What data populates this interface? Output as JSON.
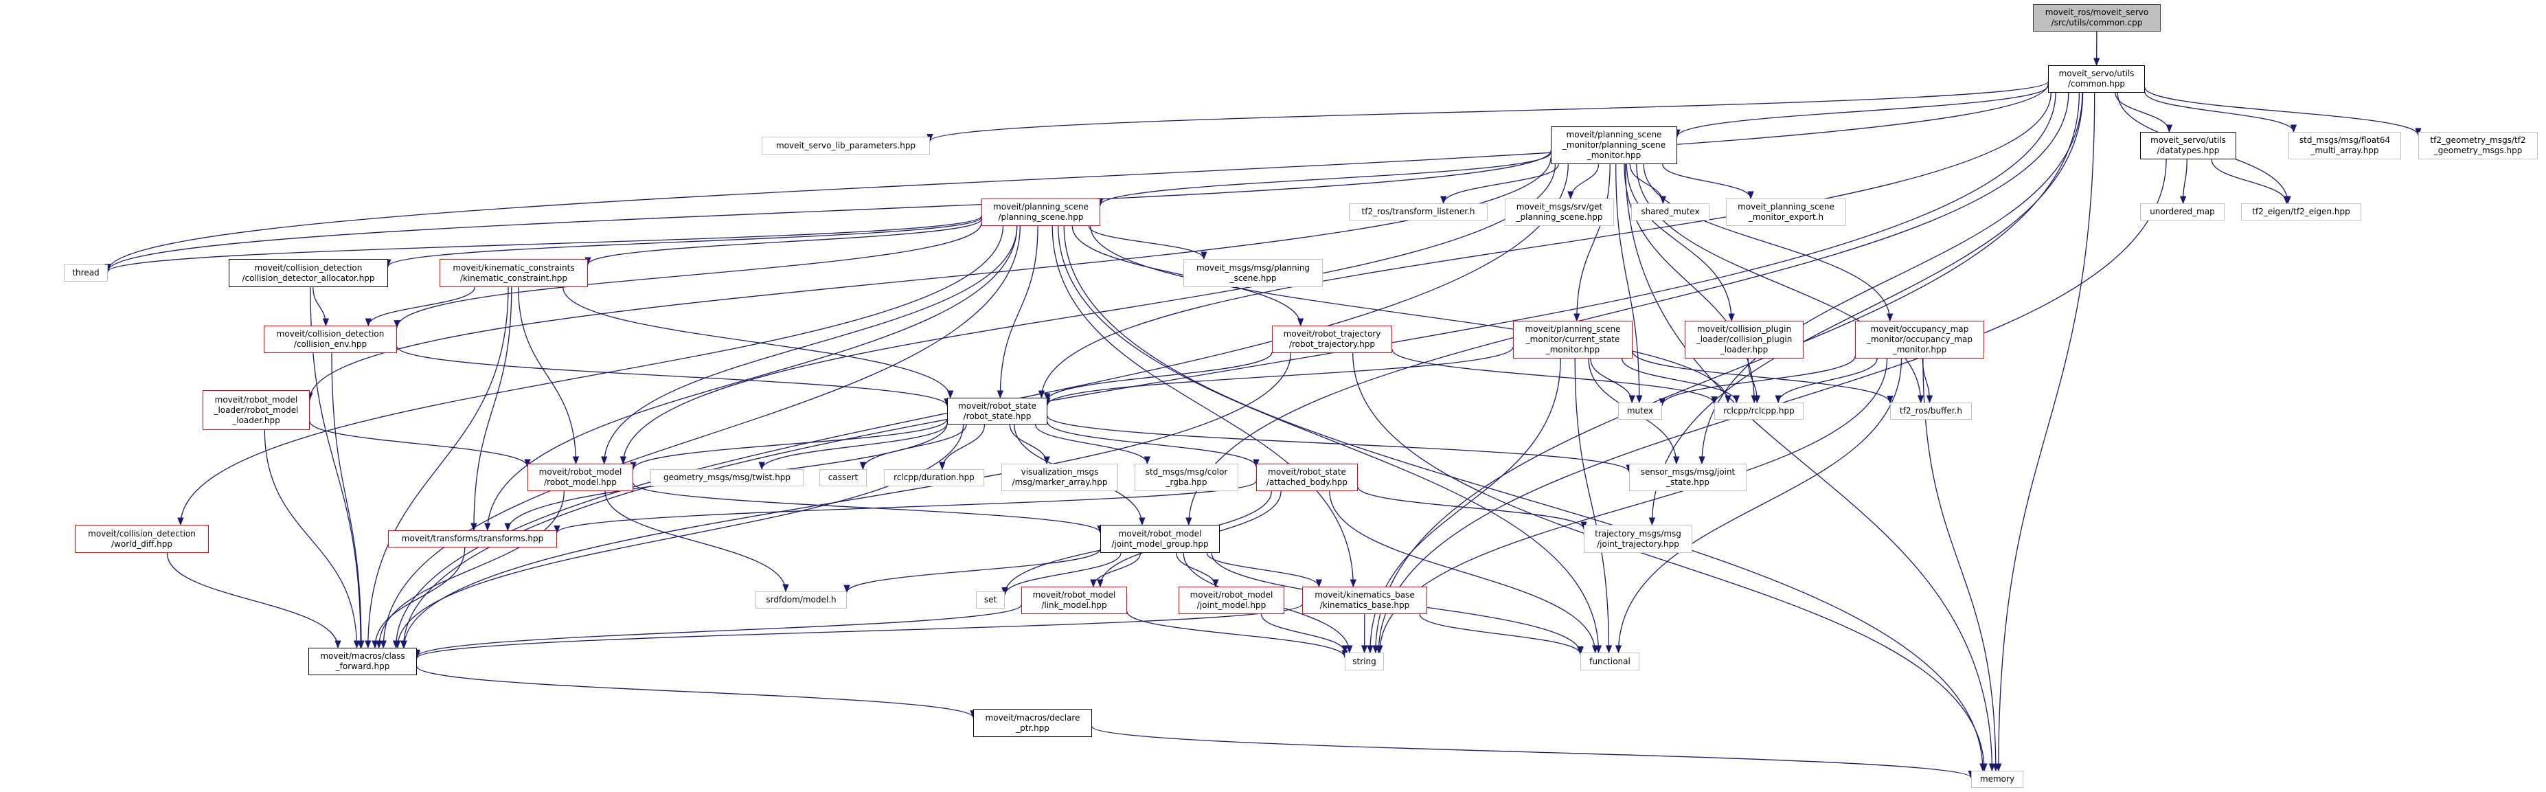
{
  "colors": {
    "edge": "#191970",
    "truncated_border": "#ff0000",
    "documented_border": "#000000",
    "external_border": "#bfbfbf",
    "root_fill": "#bfbfbf"
  },
  "nodes": [
    {
      "id": "root",
      "kind": "root",
      "lines": [
        "moveit_ros/moveit_servo",
        "/src/utils/common.cpp"
      ]
    },
    {
      "id": "common_hpp",
      "kind": "documented",
      "lines": [
        "moveit_servo/utils",
        "/common.hpp"
      ]
    },
    {
      "id": "lib_params",
      "kind": "external",
      "lines": [
        "moveit_servo_lib_parameters.hpp"
      ]
    },
    {
      "id": "psm",
      "kind": "documented",
      "lines": [
        "moveit/planning_scene",
        "_monitor/planning_scene",
        "_monitor.hpp"
      ]
    },
    {
      "id": "datatypes",
      "kind": "documented",
      "lines": [
        "moveit_servo/utils",
        "/datatypes.hpp"
      ]
    },
    {
      "id": "float64",
      "kind": "external",
      "lines": [
        "std_msgs/msg/float64",
        "_multi_array.hpp"
      ]
    },
    {
      "id": "tf2_geom",
      "kind": "external",
      "lines": [
        "tf2_geometry_msgs/tf2",
        "_geometry_msgs.hpp"
      ]
    },
    {
      "id": "planning_scene",
      "kind": "truncated",
      "lines": [
        "moveit/planning_scene",
        "/planning_scene.hpp"
      ]
    },
    {
      "id": "transform_listener",
      "kind": "external",
      "lines": [
        "tf2_ros/transform_listener.h"
      ]
    },
    {
      "id": "get_ps",
      "kind": "external",
      "lines": [
        "moveit_msgs/srv/get",
        "_planning_scene.hpp"
      ]
    },
    {
      "id": "shared_mutex",
      "kind": "external",
      "lines": [
        "shared_mutex"
      ]
    },
    {
      "id": "export",
      "kind": "external",
      "lines": [
        "moveit_planning_scene",
        "_monitor_export.h"
      ]
    },
    {
      "id": "unordered_map",
      "kind": "external",
      "lines": [
        "unordered_map"
      ]
    },
    {
      "id": "tf2_eigen",
      "kind": "external",
      "lines": [
        "tf2_eigen/tf2_eigen.hpp"
      ]
    },
    {
      "id": "thread",
      "kind": "external",
      "lines": [
        "thread"
      ]
    },
    {
      "id": "cda",
      "kind": "documented",
      "lines": [
        "moveit/collision_detection",
        "/collision_detector_allocator.hpp"
      ]
    },
    {
      "id": "kin_constraint",
      "kind": "truncated",
      "lines": [
        "moveit/kinematic_constraints",
        "/kinematic_constraint.hpp"
      ]
    },
    {
      "id": "msg_ps",
      "kind": "external",
      "lines": [
        "moveit_msgs/msg/planning",
        "_scene.hpp"
      ]
    },
    {
      "id": "collision_env",
      "kind": "truncated",
      "lines": [
        "moveit/collision_detection",
        "/collision_env.hpp"
      ]
    },
    {
      "id": "robot_traj",
      "kind": "truncated",
      "lines": [
        "moveit/robot_trajectory",
        "/robot_trajectory.hpp"
      ]
    },
    {
      "id": "csm",
      "kind": "truncated",
      "lines": [
        "moveit/planning_scene",
        "_monitor/current_state",
        "_monitor.hpp"
      ]
    },
    {
      "id": "cpl",
      "kind": "truncated",
      "lines": [
        "moveit/collision_plugin",
        "_loader/collision_plugin",
        "_loader.hpp"
      ]
    },
    {
      "id": "occupancy",
      "kind": "truncated",
      "lines": [
        "moveit/occupancy_map",
        "_monitor/occupancy_map",
        "_monitor.hpp"
      ]
    },
    {
      "id": "rml",
      "kind": "truncated",
      "lines": [
        "moveit/robot_model",
        "_loader/robot_model",
        "_loader.hpp"
      ]
    },
    {
      "id": "robot_state",
      "kind": "documented",
      "lines": [
        "moveit/robot_state",
        "/robot_state.hpp"
      ]
    },
    {
      "id": "mutex",
      "kind": "external",
      "lines": [
        "mutex"
      ]
    },
    {
      "id": "rclcpp",
      "kind": "external",
      "lines": [
        "rclcpp/rclcpp.hpp"
      ]
    },
    {
      "id": "tf2_buffer",
      "kind": "external",
      "lines": [
        "tf2_ros/buffer.h"
      ]
    },
    {
      "id": "robot_model",
      "kind": "truncated",
      "lines": [
        "moveit/robot_model",
        "/robot_model.hpp"
      ]
    },
    {
      "id": "twist",
      "kind": "external",
      "lines": [
        "geometry_msgs/msg/twist.hpp"
      ]
    },
    {
      "id": "cassert",
      "kind": "external",
      "lines": [
        "cassert"
      ]
    },
    {
      "id": "duration",
      "kind": "external",
      "lines": [
        "rclcpp/duration.hpp"
      ]
    },
    {
      "id": "visualization",
      "kind": "external",
      "lines": [
        "visualization_msgs",
        "/msg/marker_array.hpp"
      ]
    },
    {
      "id": "color",
      "kind": "external",
      "lines": [
        "std_msgs/msg/color",
        "_rgba.hpp"
      ]
    },
    {
      "id": "attached",
      "kind": "truncated",
      "lines": [
        "moveit/robot_state",
        "/attached_body.hpp"
      ]
    },
    {
      "id": "sensor",
      "kind": "external",
      "lines": [
        "sensor_msgs/msg/joint",
        "_state.hpp"
      ]
    },
    {
      "id": "world_diff",
      "kind": "truncated",
      "lines": [
        "moveit/collision_detection",
        "/world_diff.hpp"
      ]
    },
    {
      "id": "transforms",
      "kind": "truncated",
      "lines": [
        "moveit/transforms/transforms.hpp"
      ]
    },
    {
      "id": "jmg",
      "kind": "documented",
      "lines": [
        "moveit/robot_model",
        "/joint_model_group.hpp"
      ]
    },
    {
      "id": "traj_msgs",
      "kind": "external",
      "lines": [
        "trajectory_msgs/msg",
        "/joint_trajectory.hpp"
      ]
    },
    {
      "id": "srdfdom",
      "kind": "external",
      "lines": [
        "srdfdom/model.h"
      ]
    },
    {
      "id": "set",
      "kind": "external",
      "lines": [
        "set"
      ]
    },
    {
      "id": "link_model",
      "kind": "truncated",
      "lines": [
        "moveit/robot_model",
        "/link_model.hpp"
      ]
    },
    {
      "id": "joint_model",
      "kind": "truncated",
      "lines": [
        "moveit/robot_model",
        "/joint_model.hpp"
      ]
    },
    {
      "id": "kinematics_base",
      "kind": "truncated",
      "lines": [
        "moveit/kinematics_base",
        "/kinematics_base.hpp"
      ]
    },
    {
      "id": "string",
      "kind": "external",
      "lines": [
        "string"
      ]
    },
    {
      "id": "functional",
      "kind": "external",
      "lines": [
        "functional"
      ]
    },
    {
      "id": "class_forward",
      "kind": "documented",
      "lines": [
        "moveit/macros/class",
        "_forward.hpp"
      ]
    },
    {
      "id": "declare_ptr",
      "kind": "documented",
      "lines": [
        "moveit/macros/declare",
        "_ptr.hpp"
      ]
    },
    {
      "id": "memory",
      "kind": "external",
      "lines": [
        "memory"
      ]
    }
  ],
  "edges": [
    [
      "root",
      "common_hpp"
    ],
    [
      "common_hpp",
      "lib_params"
    ],
    [
      "common_hpp",
      "psm"
    ],
    [
      "common_hpp",
      "robot_state"
    ],
    [
      "common_hpp",
      "datatypes"
    ],
    [
      "common_hpp",
      "float64"
    ],
    [
      "common_hpp",
      "tf2_geom"
    ],
    [
      "common_hpp",
      "tf2_eigen"
    ],
    [
      "common_hpp",
      "jmg"
    ],
    [
      "common_hpp",
      "sensor"
    ],
    [
      "common_hpp",
      "traj_msgs"
    ],
    [
      "common_hpp",
      "class_forward"
    ],
    [
      "common_hpp",
      "thread"
    ],
    [
      "common_hpp",
      "memory"
    ],
    [
      "common_hpp",
      "string"
    ],
    [
      "datatypes",
      "unordered_map"
    ],
    [
      "datatypes",
      "tf2_eigen"
    ],
    [
      "datatypes",
      "string"
    ],
    [
      "psm",
      "planning_scene"
    ],
    [
      "psm",
      "transform_listener"
    ],
    [
      "psm",
      "get_ps"
    ],
    [
      "psm",
      "shared_mutex"
    ],
    [
      "psm",
      "export"
    ],
    [
      "psm",
      "csm"
    ],
    [
      "psm",
      "cpl"
    ],
    [
      "psm",
      "occupancy"
    ],
    [
      "psm",
      "rclcpp"
    ],
    [
      "psm",
      "tf2_buffer"
    ],
    [
      "psm",
      "thread"
    ],
    [
      "psm",
      "mutex"
    ],
    [
      "psm",
      "memory"
    ],
    [
      "psm",
      "rml"
    ],
    [
      "psm",
      "class_forward"
    ],
    [
      "psm",
      "robot_model"
    ],
    [
      "planning_scene",
      "cda"
    ],
    [
      "planning_scene",
      "kin_constraint"
    ],
    [
      "planning_scene",
      "collision_env"
    ],
    [
      "planning_scene",
      "msg_ps"
    ],
    [
      "planning_scene",
      "robot_traj"
    ],
    [
      "planning_scene",
      "robot_state"
    ],
    [
      "planning_scene",
      "robot_model"
    ],
    [
      "planning_scene",
      "transforms"
    ],
    [
      "planning_scene",
      "world_diff"
    ],
    [
      "planning_scene",
      "class_forward"
    ],
    [
      "planning_scene",
      "kinematics_base"
    ],
    [
      "planning_scene",
      "functional"
    ],
    [
      "planning_scene",
      "rclcpp"
    ],
    [
      "planning_scene",
      "memory"
    ],
    [
      "planning_scene",
      "thread"
    ],
    [
      "cda",
      "collision_env"
    ],
    [
      "cda",
      "class_forward"
    ],
    [
      "kin_constraint",
      "collision_env"
    ],
    [
      "kin_constraint",
      "robot_state"
    ],
    [
      "kin_constraint",
      "robot_model"
    ],
    [
      "kin_constraint",
      "transforms"
    ],
    [
      "kin_constraint",
      "class_forward"
    ],
    [
      "collision_env",
      "robot_state"
    ],
    [
      "collision_env",
      "class_forward"
    ],
    [
      "rml",
      "robot_model"
    ],
    [
      "rml",
      "class_forward"
    ],
    [
      "robot_traj",
      "robot_state"
    ],
    [
      "robot_traj",
      "rclcpp"
    ],
    [
      "robot_traj",
      "class_forward"
    ],
    [
      "robot_traj",
      "memory"
    ],
    [
      "csm",
      "robot_state"
    ],
    [
      "csm",
      "mutex"
    ],
    [
      "csm",
      "rclcpp"
    ],
    [
      "csm",
      "tf2_buffer"
    ],
    [
      "csm",
      "sensor"
    ],
    [
      "csm",
      "functional"
    ],
    [
      "csm",
      "string"
    ],
    [
      "cpl",
      "rclcpp"
    ],
    [
      "occupancy",
      "rclcpp"
    ],
    [
      "occupancy",
      "tf2_buffer"
    ],
    [
      "occupancy",
      "mutex"
    ],
    [
      "occupancy",
      "memory"
    ],
    [
      "occupancy",
      "string"
    ],
    [
      "occupancy",
      "functional"
    ],
    [
      "robot_state",
      "robot_model"
    ],
    [
      "robot_state",
      "twist"
    ],
    [
      "robot_state",
      "cassert"
    ],
    [
      "robot_state",
      "duration"
    ],
    [
      "robot_state",
      "visualization"
    ],
    [
      "robot_state",
      "color"
    ],
    [
      "robot_state",
      "attached"
    ],
    [
      "robot_state",
      "transforms"
    ],
    [
      "robot_state",
      "jmg"
    ],
    [
      "robot_state",
      "sensor"
    ],
    [
      "robot_state",
      "class_forward"
    ],
    [
      "attached",
      "transforms"
    ],
    [
      "attached",
      "set"
    ],
    [
      "attached",
      "functional"
    ],
    [
      "attached",
      "link_model"
    ],
    [
      "attached",
      "traj_msgs"
    ],
    [
      "robot_model",
      "srdfdom"
    ],
    [
      "robot_model",
      "jmg"
    ],
    [
      "robot_model",
      "class_forward"
    ],
    [
      "transforms",
      "class_forward"
    ],
    [
      "world_diff",
      "class_forward"
    ],
    [
      "jmg",
      "srdfdom"
    ],
    [
      "jmg",
      "set"
    ],
    [
      "jmg",
      "link_model"
    ],
    [
      "jmg",
      "joint_model"
    ],
    [
      "jmg",
      "kinematics_base"
    ],
    [
      "jmg",
      "string"
    ],
    [
      "jmg",
      "functional"
    ],
    [
      "link_model",
      "string"
    ],
    [
      "link_model",
      "class_forward"
    ],
    [
      "joint_model",
      "string"
    ],
    [
      "kinematics_base",
      "string"
    ],
    [
      "kinematics_base",
      "functional"
    ],
    [
      "kinematics_base",
      "class_forward"
    ],
    [
      "class_forward",
      "declare_ptr"
    ],
    [
      "declare_ptr",
      "memory"
    ]
  ]
}
